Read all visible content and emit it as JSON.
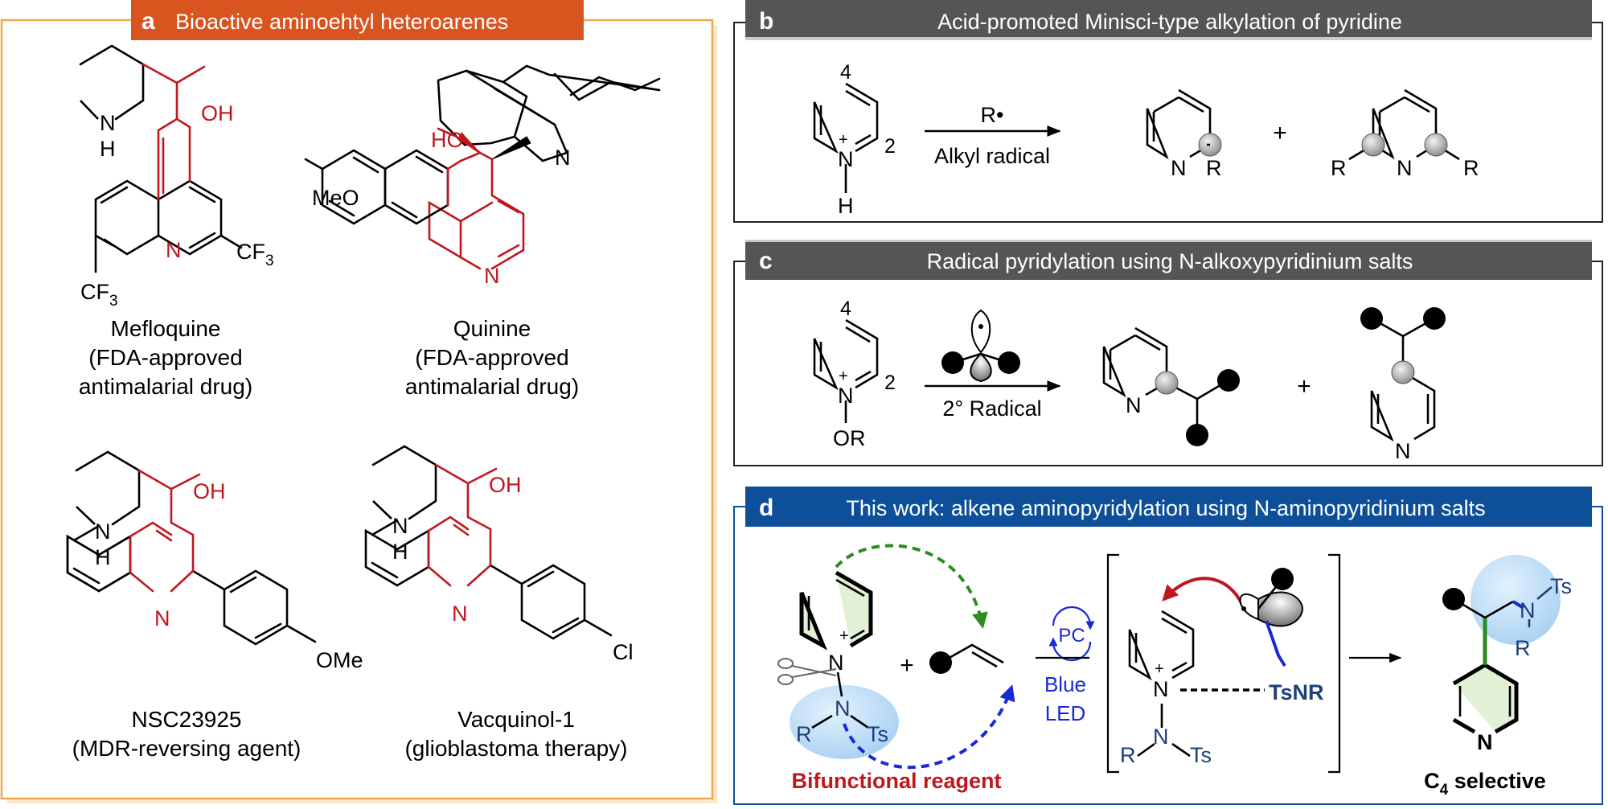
{
  "colors": {
    "orange": "#d9541e",
    "orange_border": "#f0a94e",
    "orange_shadow": "#fbe7cc",
    "gray_header": "#555555",
    "blue_header": "#0d4f99",
    "red": "#c0171f",
    "blue": "#1a29d6",
    "green": "#2e8b22",
    "navy": "#1d3f7a",
    "ring_fill": "#e2f0d6",
    "bubble": "#bcdcf6"
  },
  "panel_a": {
    "letter": "a",
    "title": "Bioactive aminoehtyl heteroarenes",
    "mefloquine": {
      "oh": "OH",
      "nh": "N",
      "h": "H",
      "n": "N",
      "cf3_top": "CF",
      "cf3_bottom": "CF",
      "sub3": "3",
      "name": "Mefloquine",
      "line2": "(FDA-approved",
      "line3": "antimalarial drug)"
    },
    "quinine": {
      "ho": "HO",
      "n_bridge": "N",
      "meo": "MeO",
      "n": "N",
      "name": "Quinine",
      "line2": "(FDA-approved",
      "line3": "antimalarial drug)"
    },
    "nsc": {
      "oh": "OH",
      "nh": "N",
      "h": "H",
      "n": "N",
      "ome": "OMe",
      "name": "NSC23925",
      "line2": "(MDR-reversing agent)"
    },
    "vacquinol": {
      "oh": "OH",
      "nh": "N",
      "h": "H",
      "n": "N",
      "cl": "Cl",
      "name": "Vacquinol-1",
      "line2": "(glioblastoma therapy)"
    }
  },
  "panel_b": {
    "letter": "b",
    "title": "Acid-promoted Minisci-type alkylation of pyridine",
    "pos4": "4",
    "pos2": "2",
    "plus_charge": "+",
    "n": "N",
    "h": "H",
    "reagent": "R•",
    "condition": "Alkyl radical",
    "plus": "+",
    "r": "R"
  },
  "panel_c": {
    "letter": "c",
    "title": "Radical pyridylation using N-alkoxypyridinium salts",
    "pos4": "4",
    "pos2": "2",
    "plus_charge": "+",
    "n": "N",
    "or": "OR",
    "condition": "2° Radical",
    "plus": "+"
  },
  "panel_d": {
    "letter": "d",
    "title": "This work: alkene aminopyridylation using N-aminopyridinium salts",
    "plus_charge": "+",
    "n": "N",
    "r": "R",
    "ts": "Ts",
    "plus": "+",
    "pc": "PC",
    "blue": "Blue",
    "led": "LED",
    "tsnr": "TsNR",
    "bifunctional": "Bifunctional reagent",
    "c4_c": "C",
    "c4_sub": "4",
    "c4_rest": " selective"
  }
}
